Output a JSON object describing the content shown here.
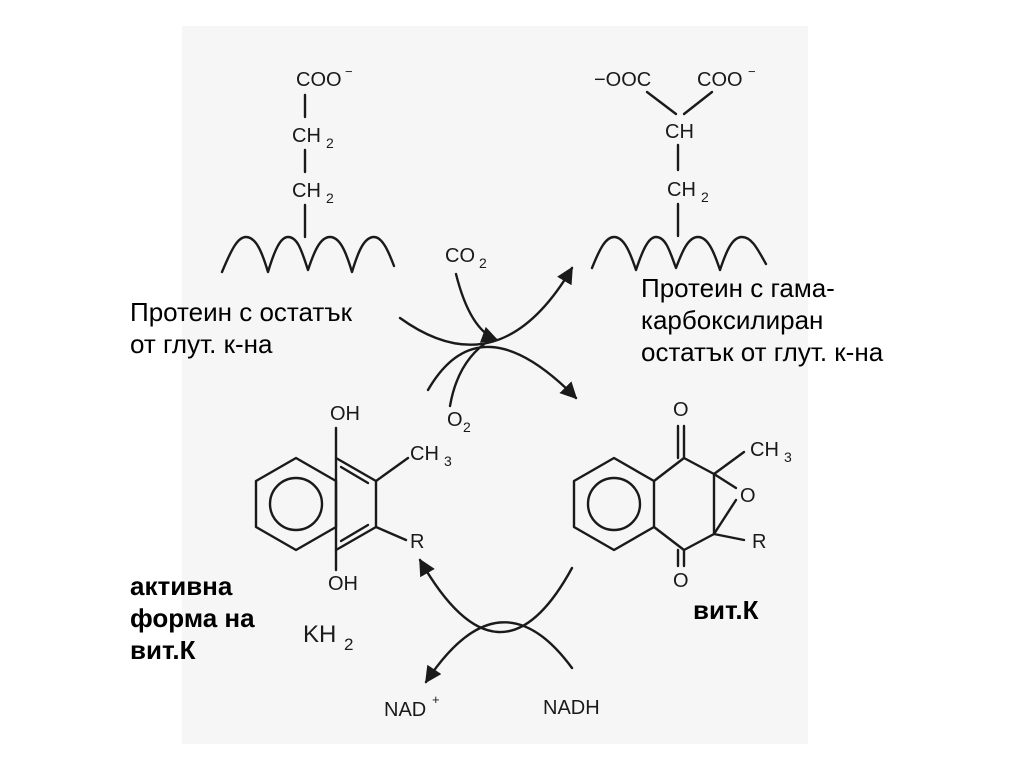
{
  "labels": {
    "glu_protein": "Протеин с остатък\nот глут. к-на",
    "gla_protein": "Протеин с гама-\nкарбоксилиран\nостатък от глут. к-на",
    "active_form": "активна\nформа на\nвит.К",
    "vit_k": "вит.К"
  },
  "chem": {
    "coo_minus": "COO",
    "minus": "−",
    "ooc_minus": "−OOC",
    "ch": "CH",
    "ch2": "CH",
    "sub2": "2",
    "co": "CO",
    "o": "O",
    "oh": "OH",
    "ch3": "CH",
    "sub3": "3",
    "r": "R",
    "kh": "KH",
    "nad": "NAD",
    "plus": "+",
    "nadh": "NADH"
  }
}
